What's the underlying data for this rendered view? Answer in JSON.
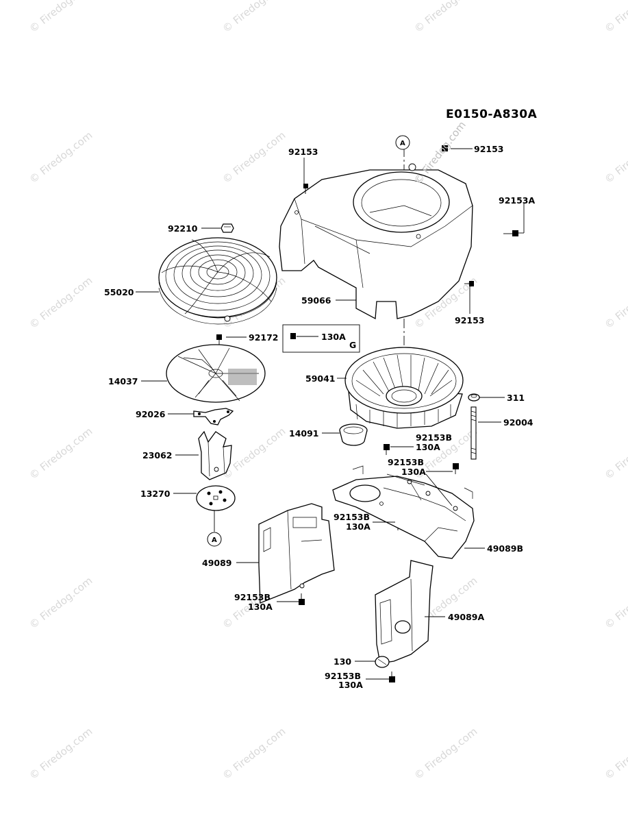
{
  "diagram": {
    "reference_code": "E0150-A830A",
    "watermark_text": "© Firedog.com",
    "callout_letter": "A",
    "group_letter": "G",
    "parts": [
      {
        "id": "p92153_top",
        "label": "92153"
      },
      {
        "id": "p92153_topright",
        "label": "92153"
      },
      {
        "id": "p92153A",
        "label": "92153A"
      },
      {
        "id": "p92210",
        "label": "92210"
      },
      {
        "id": "p55020",
        "label": "55020"
      },
      {
        "id": "p59066",
        "label": "59066"
      },
      {
        "id": "p92153_right",
        "label": "92153"
      },
      {
        "id": "p92172",
        "label": "92172"
      },
      {
        "id": "p130A_box",
        "label": "130A"
      },
      {
        "id": "p14037",
        "label": "14037"
      },
      {
        "id": "p59041",
        "label": "59041"
      },
      {
        "id": "p311",
        "label": "311"
      },
      {
        "id": "p92026",
        "label": "92026"
      },
      {
        "id": "p92004",
        "label": "92004"
      },
      {
        "id": "p14091",
        "label": "14091"
      },
      {
        "id": "p92153B_1",
        "label": "92153B"
      },
      {
        "id": "p130A_1",
        "label": "130A"
      },
      {
        "id": "p23062",
        "label": "23062"
      },
      {
        "id": "p92153B_2",
        "label": "92153B"
      },
      {
        "id": "p130A_2",
        "label": "130A"
      },
      {
        "id": "p13270",
        "label": "13270"
      },
      {
        "id": "p92153B_3",
        "label": "92153B"
      },
      {
        "id": "p130A_3",
        "label": "130A"
      },
      {
        "id": "p49089B",
        "label": "49089B"
      },
      {
        "id": "p49089",
        "label": "49089"
      },
      {
        "id": "p92153B_4",
        "label": "92153B"
      },
      {
        "id": "p130A_4",
        "label": "130A"
      },
      {
        "id": "p49089A",
        "label": "49089A"
      },
      {
        "id": "p130",
        "label": "130"
      },
      {
        "id": "p92153B_5",
        "label": "92153B"
      },
      {
        "id": "p130A_5",
        "label": "130A"
      }
    ]
  }
}
